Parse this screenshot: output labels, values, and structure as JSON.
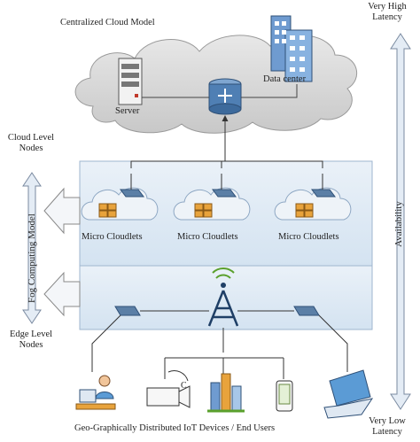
{
  "title": "Centralized Cloud Model",
  "cloud": {
    "server_label": "Server",
    "datacenter_label": "Data center"
  },
  "left_axis": {
    "top_label": "Cloud Level Nodes",
    "bottom_label": "Edge Level Nodes",
    "middle_label": "Fog Computing Model"
  },
  "right_axis": {
    "top_label": "Very High Latency",
    "bottom_label": "Very Low Latency",
    "middle_label": "Availability"
  },
  "cloudlets": [
    "Micro Cloudlets",
    "Micro Cloudlets",
    "Micro Cloudlets"
  ],
  "bottom_caption": "Geo-Graphically Distributed IoT Devices / End Users",
  "camera_mark": "C",
  "colors": {
    "cloud": "#d9d9d9",
    "fog_band": "#dce8f3",
    "router": "#5b7fa6",
    "orange": "#e8a33c",
    "arrow": "#e9eef5"
  }
}
